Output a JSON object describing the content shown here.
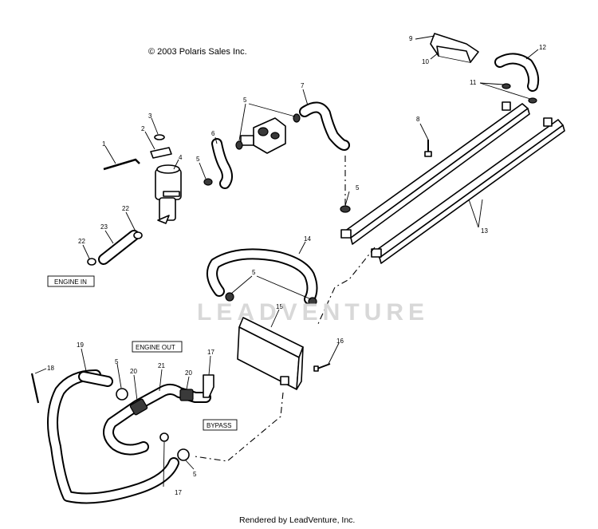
{
  "copyright": "© 2003 Polaris Sales Inc.",
  "footer": "Rendered by LeadVenture, Inc.",
  "watermark": "LEADVENTURE",
  "boxed_labels": {
    "engine_in": "ENGINE IN",
    "engine_out": "ENGINE OUT",
    "bypass": "BYPASS"
  },
  "callouts": [
    {
      "id": "c1",
      "text": "1"
    },
    {
      "id": "c2",
      "text": "2"
    },
    {
      "id": "c3",
      "text": "3"
    },
    {
      "id": "c4",
      "text": "4"
    },
    {
      "id": "c5a",
      "text": "5"
    },
    {
      "id": "c5b",
      "text": "5"
    },
    {
      "id": "c5c",
      "text": "5"
    },
    {
      "id": "c5d",
      "text": "5"
    },
    {
      "id": "c5e",
      "text": "5"
    },
    {
      "id": "c5f",
      "text": "5"
    },
    {
      "id": "c6",
      "text": "6"
    },
    {
      "id": "c7",
      "text": "7"
    },
    {
      "id": "c8",
      "text": "8"
    },
    {
      "id": "c9",
      "text": "9"
    },
    {
      "id": "c10",
      "text": "10"
    },
    {
      "id": "c11",
      "text": "11"
    },
    {
      "id": "c12",
      "text": "12"
    },
    {
      "id": "c13",
      "text": "13"
    },
    {
      "id": "c14",
      "text": "14"
    },
    {
      "id": "c15",
      "text": "15"
    },
    {
      "id": "c16",
      "text": "16"
    },
    {
      "id": "c17a",
      "text": "17"
    },
    {
      "id": "c17b",
      "text": "17"
    },
    {
      "id": "c18",
      "text": "18"
    },
    {
      "id": "c19",
      "text": "19"
    },
    {
      "id": "c20a",
      "text": "20"
    },
    {
      "id": "c20b",
      "text": "20"
    },
    {
      "id": "c21",
      "text": "21"
    },
    {
      "id": "c22a",
      "text": "22"
    },
    {
      "id": "c22b",
      "text": "22"
    },
    {
      "id": "c23",
      "text": "23"
    }
  ]
}
